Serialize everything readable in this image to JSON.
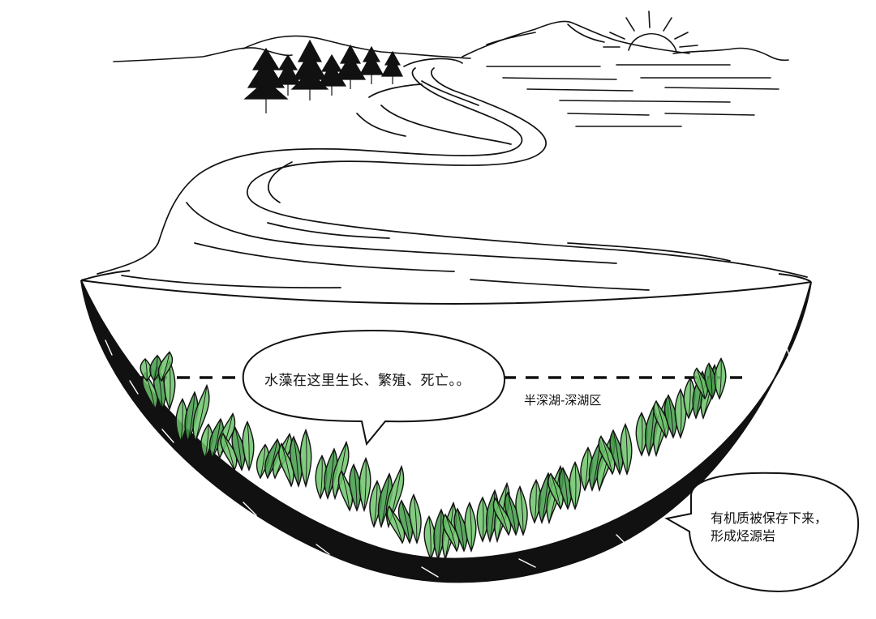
{
  "bubble_text": "水藻在这里生长、繁殖、死亡。。",
  "zone_label": "半深湖-深湖区",
  "bubble2": {
    "line1": "有机质被保存下来，",
    "line2": "形成烃源岩"
  },
  "colors": {
    "ink": "#111111",
    "algae": "#6cc36a",
    "algae_dark": "#3f9a45",
    "paper": "#ffffff"
  }
}
